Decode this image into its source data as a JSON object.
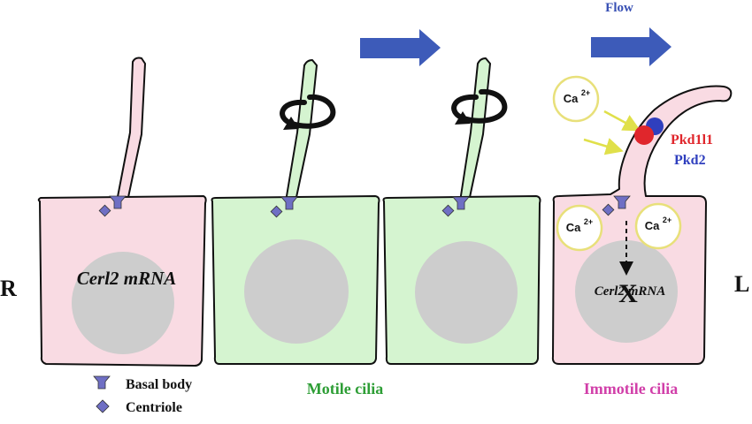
{
  "flow_label": "Flow",
  "side_labels": {
    "right": "R",
    "left": "L"
  },
  "cells": {
    "cell1": {
      "mrna_label": "Cerl2 mRNA"
    },
    "cell4": {
      "mrna_label": "Cerl2 mRNA",
      "block_mark": "X",
      "calcium": {
        "ion": "Ca",
        "charge": "2+"
      }
    }
  },
  "proteins": {
    "pkd1l1": "Pkd1l1",
    "pkd2": "Pkd2"
  },
  "legend": {
    "basal_body": "Basal body",
    "centriole": "Centriole"
  },
  "captions": {
    "motile": "Motile cilia",
    "immotile": "Immotile cilia"
  },
  "colors": {
    "pink_cell": "#f9dbe3",
    "green_cell": "#d5f4d0",
    "nucleus": "#cdcdcd",
    "flow_arrow": "#3d5bb9",
    "basal_body": "#6f6fc4",
    "pkd1l1": "#e0262c",
    "pkd2": "#2f3fbe",
    "flow_text": "#3850b4",
    "motile_text": "#2e9e36",
    "immotile_text": "#d13fa9",
    "calcium_outline": "#e8e07a",
    "ca_arrow": "#e0e04a"
  },
  "icons": [
    "flow-arrow-icon",
    "rotation-arrow-icon",
    "basal-body-icon",
    "centriole-icon",
    "calcium-ion-icon"
  ]
}
